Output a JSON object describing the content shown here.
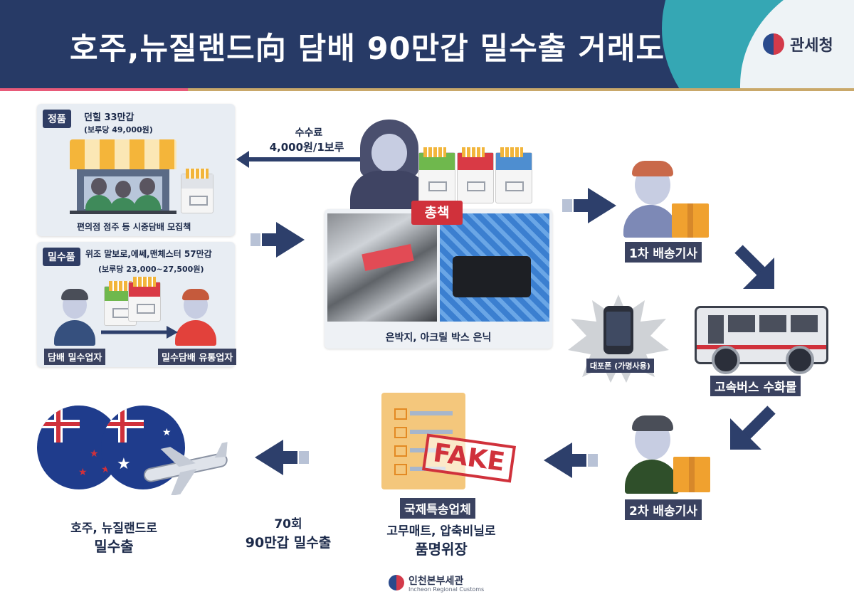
{
  "header": {
    "title": "호주,뉴질랜드向 담배 90만갑 밀수출 거래도",
    "agency": "관세청"
  },
  "genuine": {
    "tag": "정품",
    "item": "던힐 33만갑",
    "price": "(보루당 49,000원)",
    "caption": "편의점 점주 등 시중담배 모집책"
  },
  "smuggled": {
    "tag": "밀수품",
    "item": "위조 말보로,에쎄,맨체스터 57만갑",
    "price": "(보루당 23,000~27,500원)",
    "left_caption": "담배 밀수업자",
    "right_caption": "밀수담배 유통업자"
  },
  "fee": {
    "line1": "수수료",
    "line2": "4,000원/1보루"
  },
  "boss": {
    "badge": "총책",
    "caption": "은박지, 아크릴 박스 은닉"
  },
  "driver1": "1차 배송기사",
  "phone": "대포폰 (가명사용)",
  "bus": "고속버스 수화물",
  "driver2": "2차 배송기사",
  "courier": {
    "stamp": "FAKE",
    "label": "국제특송업체",
    "line1": "고무매트, 압축비닐로",
    "line2": "품명위장"
  },
  "count": {
    "line1": "70회",
    "line2": "90만갑 밀수출"
  },
  "destination": {
    "line1": "호주, 뉴질랜드로",
    "line2": "밀수출"
  },
  "footer": {
    "name": "인천본부세관",
    "sub": "Incheon Regional Customs"
  },
  "colors": {
    "header_bg": "#273a66",
    "accent_red": "#d0313b",
    "arrow": "#2d3f6b"
  }
}
